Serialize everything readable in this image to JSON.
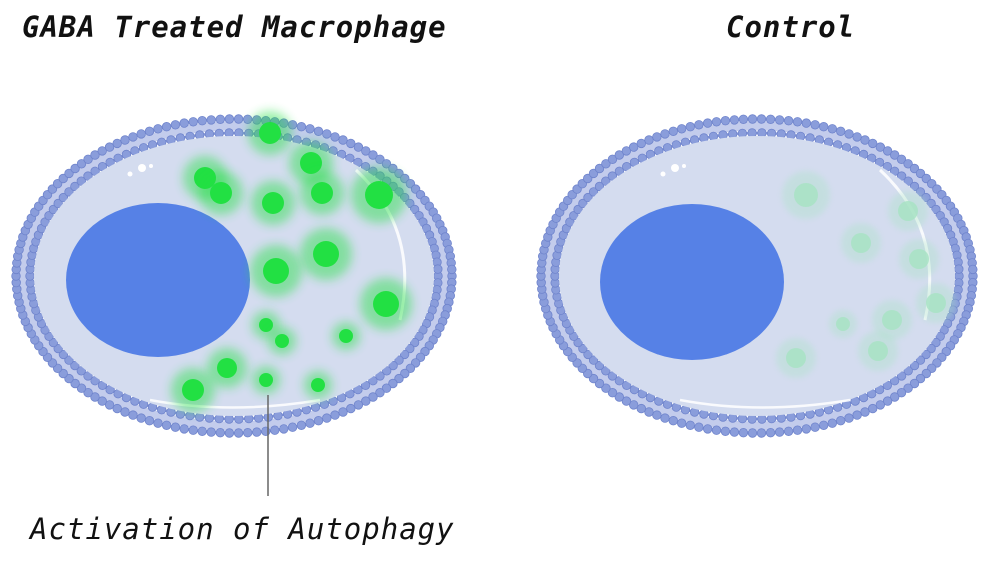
{
  "panels": {
    "left_title": "GABA Treated Macrophage",
    "right_title": "Control"
  },
  "annotation": "Activation of Autophagy",
  "colors": {
    "membrane_head": "#8a9ddb",
    "membrane_outline": "#6f84cc",
    "cytoplasm": "#d4dcef",
    "nucleus": "#5681e6",
    "autophagosome_active": "#22e043",
    "autophagosome_faint": "#a8e3c4"
  }
}
